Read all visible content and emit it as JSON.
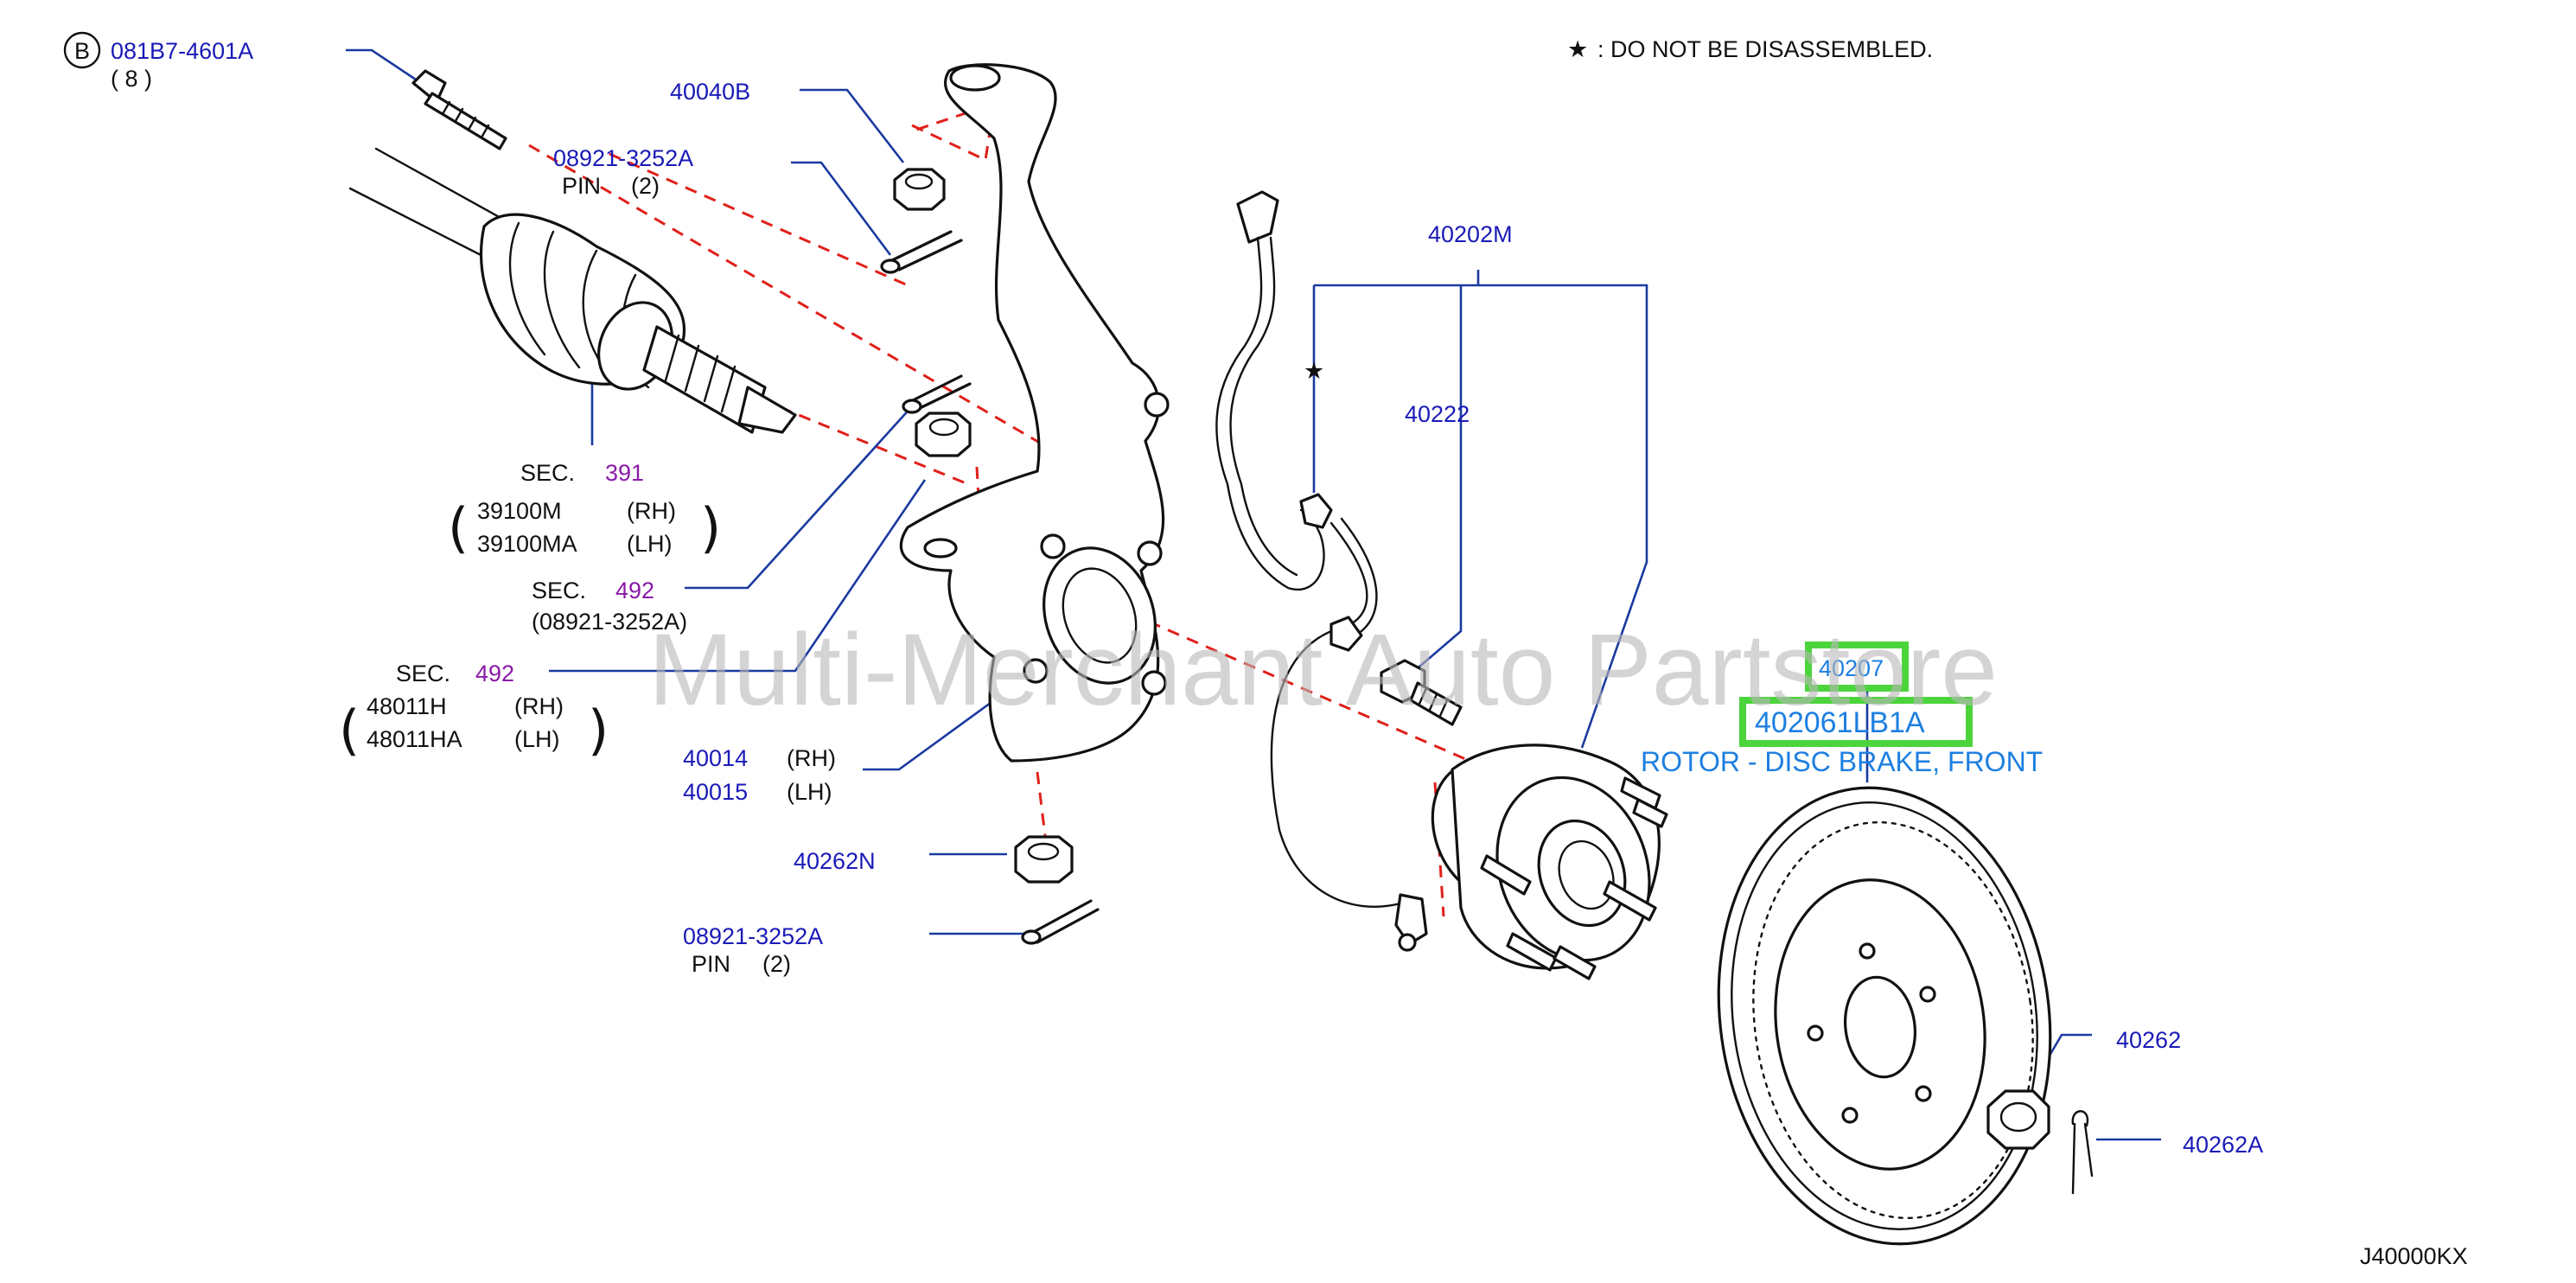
{
  "note": {
    "star": "★",
    "text": ":   DO   NOT   BE   DISASSEMBLED."
  },
  "labels": {
    "bolt_b": {
      "circle": "B",
      "code": "081B7-4601A",
      "qty": "(    8    )"
    },
    "nut_top": "40040B",
    "pin_top": {
      "code": "08921-3252A",
      "name": "PIN",
      "qty": "(2)"
    },
    "sensor_group": "40202M",
    "sensor_star": "★",
    "sensor": "40222",
    "sec391": {
      "sec": "SEC.",
      "num": "391",
      "rh_code": "39100M",
      "rh": "(RH)",
      "lh_code": "39100MA",
      "lh": "(LH)"
    },
    "sec492a": {
      "sec": "SEC.",
      "num": "492",
      "sub": "(08921-3252A)"
    },
    "sec492b": {
      "sec": "SEC.",
      "num": "492",
      "rh_code": "48011H",
      "rh": "(RH)",
      "lh_code": "48011HA",
      "lh": "(LH)"
    },
    "knuckle": {
      "rh_code": "40014",
      "rh": "(RH)",
      "lh_code": "40015",
      "lh": "(LH)"
    },
    "nut_lower": "40262N",
    "pin_lower": {
      "code": "08921-3252A",
      "name": "PIN",
      "qty": "(2)"
    },
    "hub": "40207",
    "rotor": {
      "code": "402061LB1A",
      "desc": "ROTOR - DISC BRAKE, FRONT"
    },
    "nut_axle": "40262",
    "pin_axle": "40262A",
    "diagram_id": "J40000KX"
  },
  "watermark": "Multi-Merchant Auto Partstore",
  "colors": {
    "label_blue": "#1a1ab8",
    "sec_purple": "#8a1aa8",
    "highlight_green": "#4cd43c",
    "highlight_text": "#1d7fe0",
    "dashed_red": "#e0201a"
  }
}
